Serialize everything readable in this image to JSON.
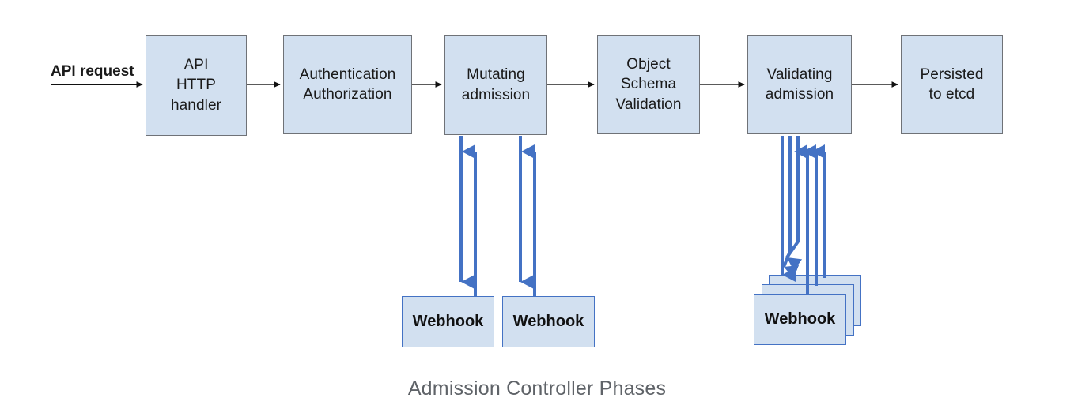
{
  "diagram": {
    "caption": "Admission Controller Phases",
    "entry": {
      "label": "API request"
    },
    "colors": {
      "box_fill": "#d2e0f0",
      "box_stroke": "#6f7277",
      "webhook_stroke": "#4472c4",
      "arrow_blue": "#4472c4",
      "arrow_gray": "#5a5a5a",
      "caption_text": "#5f6368"
    },
    "phases": [
      {
        "id": "api-http-handler",
        "label": "API\nHTTP\nhandler"
      },
      {
        "id": "authn-authz",
        "label": "Authentication\nAuthorization"
      },
      {
        "id": "mutating-admission",
        "label": "Mutating\nadmission"
      },
      {
        "id": "object-schema",
        "label": "Object\nSchema\nValidation"
      },
      {
        "id": "validating-admission",
        "label": "Validating\nadmission"
      },
      {
        "id": "persisted-etcd",
        "label": "Persisted\nto etcd"
      }
    ],
    "webhooks": {
      "mutating": [
        {
          "id": "mutating-webhook-1",
          "label": "Webhook"
        },
        {
          "id": "mutating-webhook-2",
          "label": "Webhook"
        }
      ],
      "validating": [
        {
          "id": "validating-webhook-back",
          "label": ""
        },
        {
          "id": "validating-webhook-middle",
          "label": ""
        },
        {
          "id": "validating-webhook-front",
          "label": "Webhook"
        }
      ]
    },
    "flow": [
      {
        "from": "API request",
        "to": "API HTTP handler"
      },
      {
        "from": "API HTTP handler",
        "to": "Authentication Authorization"
      },
      {
        "from": "Authentication Authorization",
        "to": "Mutating admission"
      },
      {
        "from": "Mutating admission",
        "to": "Object Schema Validation"
      },
      {
        "from": "Object Schema Validation",
        "to": "Validating admission"
      },
      {
        "from": "Validating admission",
        "to": "Persisted to etcd"
      }
    ],
    "callouts": [
      {
        "from": "Mutating admission",
        "to": "Webhook",
        "bidirectional": true,
        "count": 2
      },
      {
        "from": "Validating admission",
        "to": "Webhook",
        "bidirectional": true,
        "count": 3
      }
    ]
  }
}
